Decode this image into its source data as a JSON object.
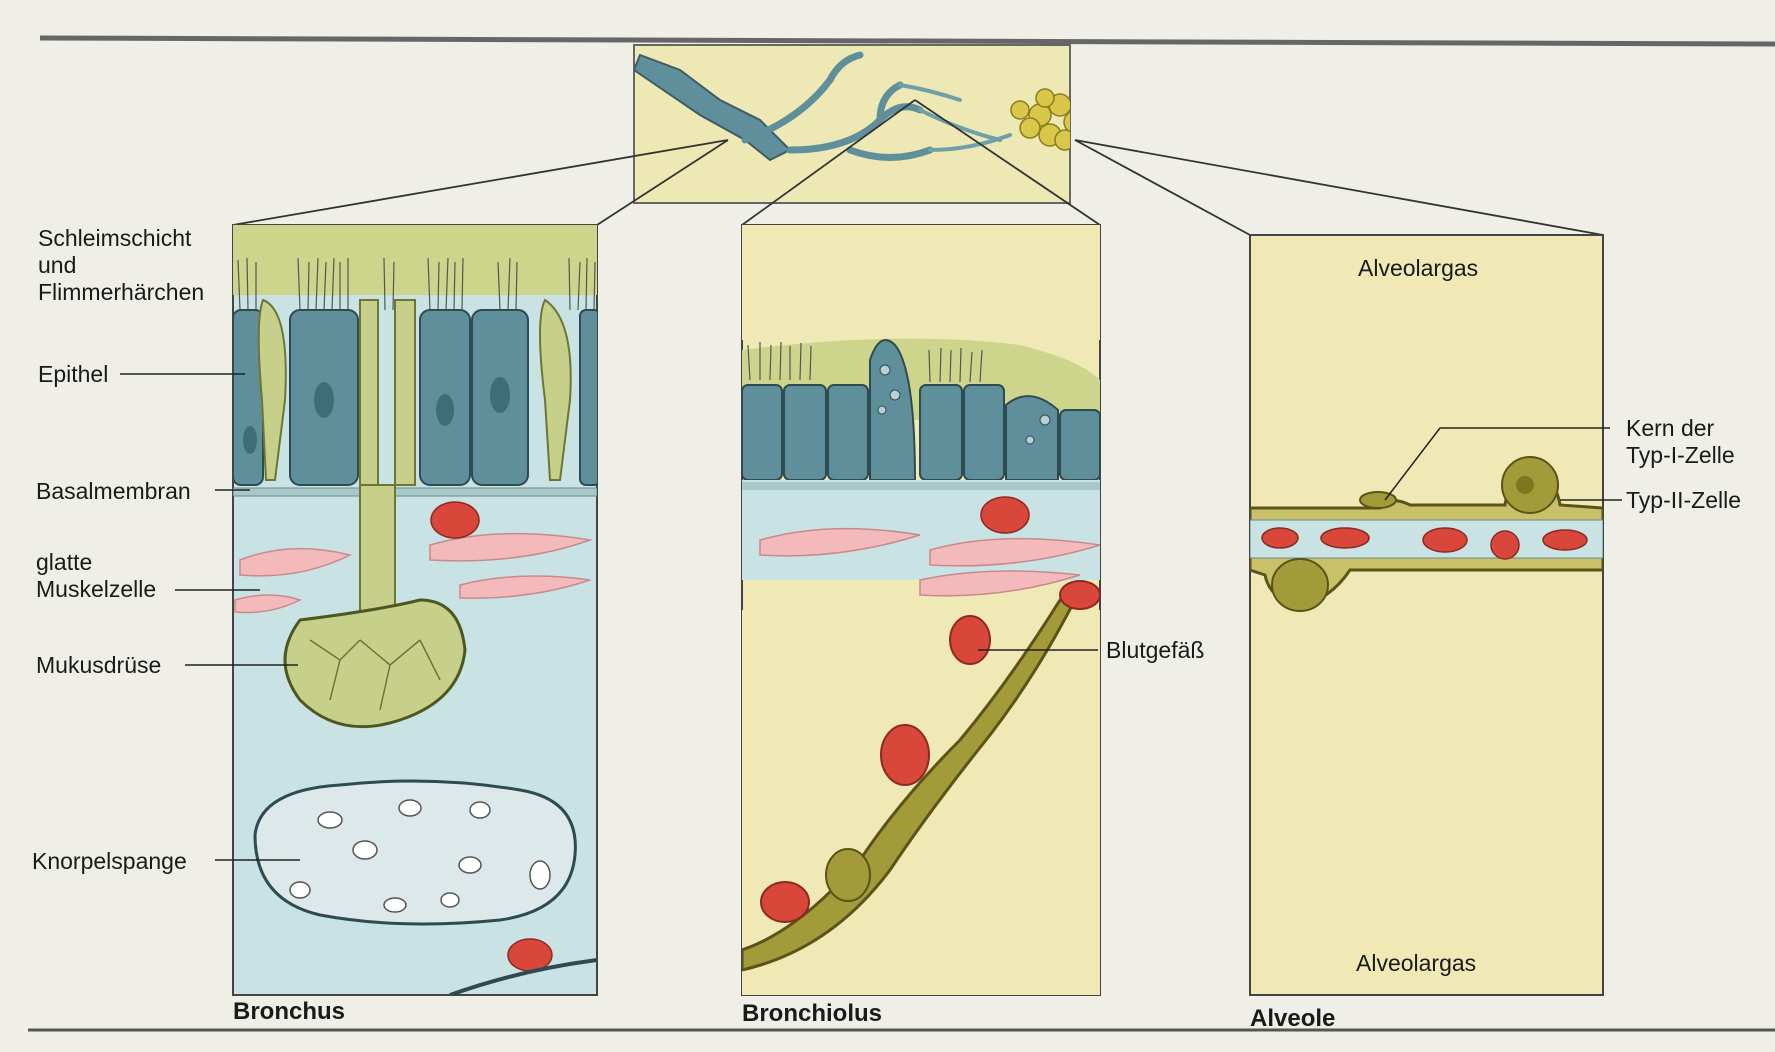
{
  "labels": {
    "schleim": "Schleimschicht\nund\nFlimmerhärchen",
    "epithel": "Epithel",
    "basalmembran": "Basalmembran",
    "muskel": "glatte\nMuskelzelle",
    "mukus": "Mukusdrüse",
    "knorpel": "Knorpelspange",
    "blutgefaess": "Blutgefäß",
    "alveolargas_top": "Alveolargas",
    "alveolargas_bottom": "Alveolargas",
    "kern": "Kern der\nTyp-I-Zelle",
    "typ2": "Typ-II-Zelle"
  },
  "captions": {
    "bronchus": "Bronchus",
    "bronchiolus": "Bronchiolus",
    "alveole": "Alveole"
  },
  "colors": {
    "page": "#efefe8",
    "mucus": "#cdd58c",
    "epithelium": "#5f8f9a",
    "goblet": "#c7d08b",
    "tissue": "#c9e2e4",
    "smooth_muscle": "#f3b9bb",
    "blood_cell": "#d9473a",
    "cartilage": "#dde8ea",
    "alveolar_air": "#f0e9b5",
    "vessel_wall": "#a39a3a"
  }
}
